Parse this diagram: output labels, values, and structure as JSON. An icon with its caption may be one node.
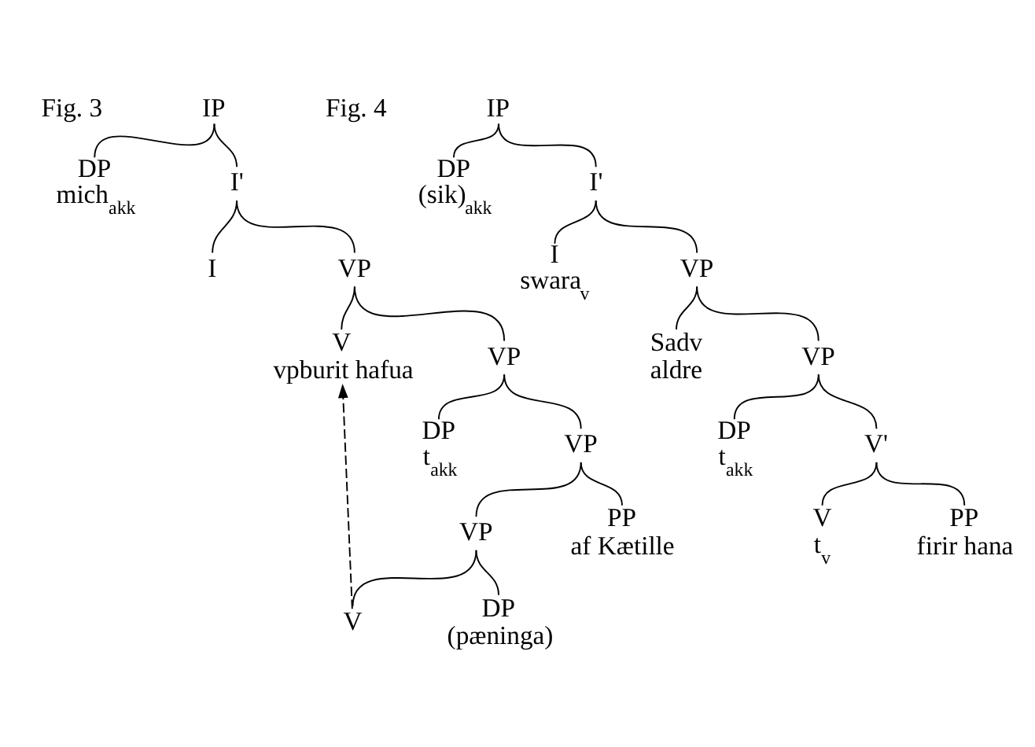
{
  "diagram": {
    "nodes": [
      {
        "text": [
          "IP"
        ]
      },
      {
        "text": [
          "DP",
          "mich$_{akk}$"
        ]
      },
      {
        "text": [
          "I'"
        ]
      },
      {
        "text": [
          "I"
        ]
      },
      {
        "text": [
          "VP"
        ]
      },
      {
        "text": [
          "V",
          "vpburit hafua"
        ]
      },
      {
        "text": [
          "VP"
        ]
      },
      {
        "text": [
          "DP",
          "t$_{akk}$"
        ]
      },
      {
        "text": [
          "VP"
        ]
      },
      {
        "text": [
          "VP"
        ]
      },
      {
        "text": [
          "PP",
          "af Kætille"
        ]
      },
      {
        "text": [
          "V"
        ]
      },
      {
        "text": [
          "DP",
          "(pæninga)"
        ]
      },
      {
        "text": [
          "IP"
        ]
      },
      {
        "text": [
          "DP",
          "(sik)$_{akk}$"
        ]
      },
      {
        "text": [
          "I'"
        ]
      },
      {
        "text": [
          "I",
          "swara$_{v}$"
        ]
      },
      {
        "text": [
          "VP"
        ]
      },
      {
        "text": [
          "Sadv",
          "aldre"
        ]
      },
      {
        "text": [
          "VP"
        ]
      },
      {
        "text": [
          "DP",
          "t$_{akk}$"
        ]
      },
      {
        "text": [
          "V'"
        ]
      },
      {
        "text": [
          "V",
          "t$_{v}$"
        ]
      },
      {
        "text": [
          "PP",
          "firir hana"
        ]
      }
    ],
    "edges": [
      {
        "from": 0,
        "to": 1,
        "arrow": "none"
      },
      {
        "from": 0,
        "to": 2,
        "arrow": "none"
      },
      {
        "from": 2,
        "to": 3,
        "arrow": "none"
      },
      {
        "from": 2,
        "to": 4,
        "arrow": "none"
      },
      {
        "from": 4,
        "to": 5,
        "arrow": "none"
      },
      {
        "from": 4,
        "to": 6,
        "arrow": "none"
      },
      {
        "from": 6,
        "to": 7,
        "arrow": "none"
      },
      {
        "from": 6,
        "to": 8,
        "arrow": "none"
      },
      {
        "from": 8,
        "to": 9,
        "arrow": "none"
      },
      {
        "from": 8,
        "to": 10,
        "arrow": "none"
      },
      {
        "from": 9,
        "to": 11,
        "arrow": "none"
      },
      {
        "from": 9,
        "to": 12,
        "arrow": "none"
      },
      {
        "from": 11,
        "to": 5,
        "arrow": "to",
        "style": "dashed"
      },
      {
        "from": 13,
        "to": 14,
        "arrow": "none"
      },
      {
        "from": 13,
        "to": 15,
        "arrow": "none"
      },
      {
        "from": 15,
        "to": 16,
        "arrow": "none"
      },
      {
        "from": 15,
        "to": 17,
        "arrow": "none"
      },
      {
        "from": 17,
        "to": 18,
        "arrow": "none"
      },
      {
        "from": 17,
        "to": 19,
        "arrow": "none"
      },
      {
        "from": 19,
        "to": 20,
        "arrow": "none"
      },
      {
        "from": 19,
        "to": 21,
        "arrow": "none"
      },
      {
        "from": 21,
        "to": 22,
        "arrow": "none"
      },
      {
        "from": 21,
        "to": 23,
        "arrow": "none"
      }
    ],
    "labels": [
      "Fig. 3",
      "Fig. 4"
    ]
  }
}
